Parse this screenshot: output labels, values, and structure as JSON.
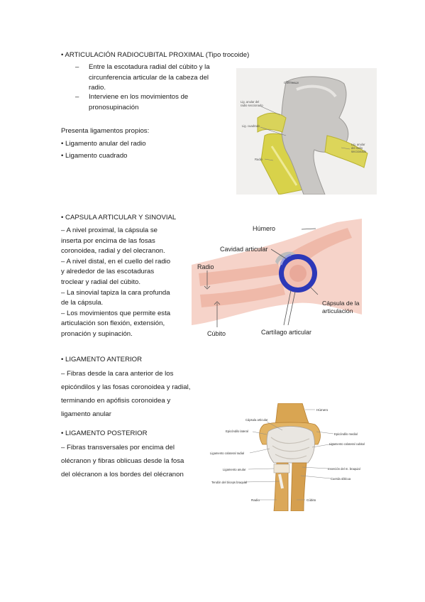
{
  "section1": {
    "heading": "• ARTICULACIÓN RADIOCUBITAL PROXIMAL (Tipo trocoide)",
    "items": [
      {
        "dash": "–",
        "lines": [
          "Entre la escotadura radial del cúbito y la",
          "circunferencia articular de la cabeza del",
          "radio."
        ]
      },
      {
        "dash": "–",
        "lines": [
          "Interviene en los movimientos de",
          "pronosupinación"
        ]
      }
    ],
    "ligaments_intro": "Presenta ligamentos propios:",
    "ligaments": [
      "• Ligamento anular del radio",
      "• Ligamento cuadrado"
    ],
    "figure_labels": {
      "olecranon": "Olécranon",
      "anular_seccionado": [
        "Lig. anular del",
        "radio seccionado"
      ],
      "cuadrado": "Lig. cuadrado",
      "anular_radio": [
        "Lig. anular",
        "del radio",
        "seccionado"
      ],
      "radio": "Radio"
    }
  },
  "section2": {
    "heading": "• CAPSULA ARTICULAR Y SINOVIAL",
    "lines": [
      "– A nivel proximal, la cápsula se",
      "inserta por encima de las fosas",
      "coronoidea, radial y del olecranon.",
      "– A nivel distal, en el cuello del radio",
      "y alrededor de las escotaduras",
      "troclear y radial del cúbito.",
      "– La sinovial tapiza la cara profunda",
      "de la cápsula.",
      "– Los movimientos que permite esta",
      "articulación son flexión, extensión,",
      "pronación y supinación."
    ],
    "figure_labels": {
      "humero": "Húmero",
      "cavidad": "Cavidad articular",
      "radio": "Radio",
      "capsula": [
        "Cápsula de la",
        "articulación"
      ],
      "cubito": "Cúbito",
      "cartilago": "Cartílago articular"
    }
  },
  "section3": {
    "heading": "• LIGAMENTO ANTERIOR",
    "lines": [
      "– Fibras desde la cara anterior de los",
      "epicóndilos y las fosas coronoidea y radial,",
      "terminando en apófisis coronoidea y",
      "ligamento anular"
    ]
  },
  "section4": {
    "heading": "• LIGAMENTO POSTERIOR",
    "lines": [
      "– Fibras transversales por encima del",
      "olécranon y fibras oblicuas desde la fosa",
      "del olécranon a los bordes del olécranon"
    ],
    "figure_labels": {
      "humero": "Húmero",
      "capsula": "Cápsula articular",
      "epi_lateral": "Epicóndilo lateral",
      "epi_medial": "Epicóndilo medial",
      "col_radial": "Ligamento colateral radial",
      "col_cubital": "Ligamento colateral cubital",
      "anular": "Ligamento anular",
      "insercion": "Inserción del m. braquial",
      "tendon": "Tendón del bíceps braquial",
      "cuerda": "Cuerda oblicua",
      "radio": "Radio",
      "cubito": "Cúbito"
    }
  }
}
